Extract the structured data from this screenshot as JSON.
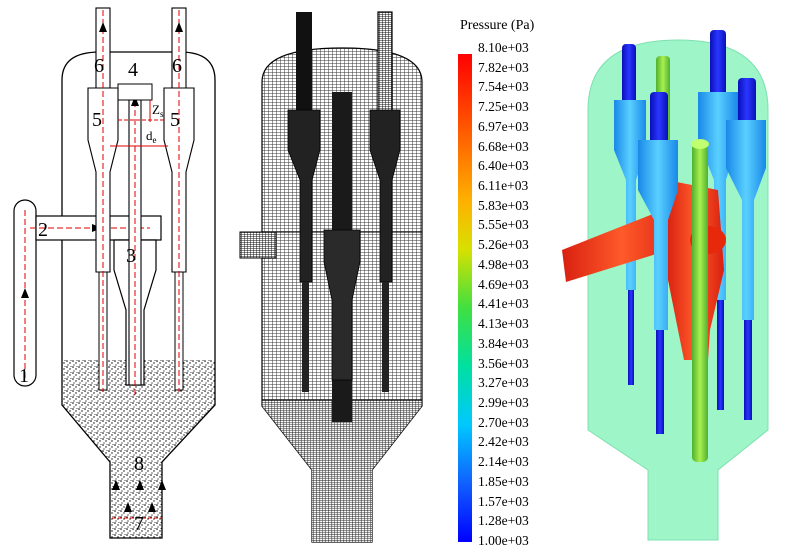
{
  "schematic": {
    "labels": {
      "inlet_pipe": "1",
      "inlet_duct": "2",
      "primary_cyclone": "3",
      "gas_outlet": "4",
      "secondary_cyclone_left": "5",
      "secondary_cyclone_right": "5",
      "dipleg_outlet_left": "6",
      "dipleg_outlet_right": "6",
      "fluidizing_gas": "7",
      "dense_bed": "8",
      "dim_z": "Z",
      "dim_z_sub": "s",
      "dim_d": "d",
      "dim_d_sub": "e"
    }
  },
  "legend": {
    "title": "Pressure (Pa)",
    "ticks": [
      "8.10e+03",
      "7.82e+03",
      "7.54e+03",
      "7.25e+03",
      "6.97e+03",
      "6.68e+03",
      "6.40e+03",
      "6.11e+03",
      "5.83e+03",
      "5.55e+03",
      "5.26e+03",
      "4.98e+03",
      "4.69e+03",
      "4.41e+03",
      "4.13e+03",
      "3.84e+03",
      "3.56e+03",
      "3.27e+03",
      "2.99e+03",
      "2.70e+03",
      "2.42e+03",
      "2.14e+03",
      "1.85e+03",
      "1.57e+03",
      "1.28e+03",
      "1.00e+03"
    ],
    "colors": [
      "#ff0000",
      "#0000ff"
    ]
  },
  "colors": {
    "schematic_line": "#000000",
    "center_line": "#e00000",
    "mesh_line": "#000000",
    "vessel_fill": "#9df5c8",
    "outlet_tube": "#1a22d6",
    "secondary_cyclone": "#3aa8ff",
    "primary_cyclone": "#f03a1a",
    "gas_outlet_tube": "#7ad640"
  }
}
